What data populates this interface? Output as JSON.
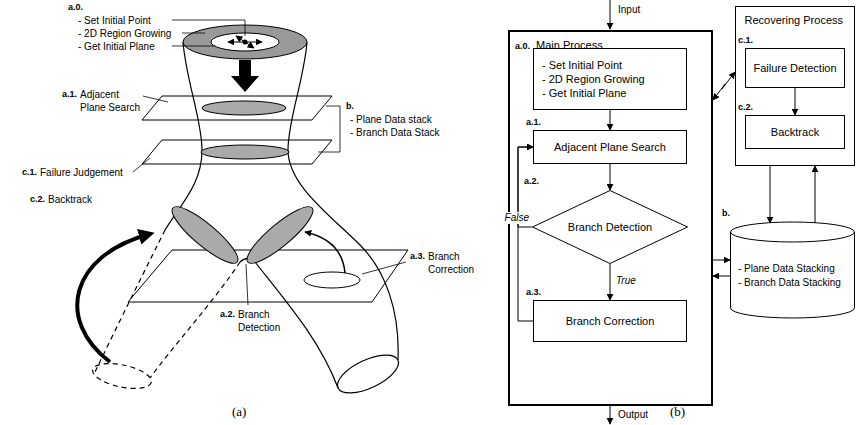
{
  "diagram": {
    "nodes": [
      {
        "text": [
          "a.0.",
          "Main Process"
        ]
      },
      {
        "text": [
          "- Set Initial Point",
          "- 2D Region Growing",
          "- Get Initial Plane"
        ],
        "in": 0
      },
      {
        "text": [
          "a.1.",
          "Adjacent Plane Search"
        ],
        "in": 0
      },
      {
        "text": [
          "a.2.",
          "Branch Detection"
        ],
        "in": 0
      },
      {
        "text": [
          "a.3.",
          "Branch Correction"
        ],
        "in": 0
      },
      {
        "text": [
          "Recovering Process"
        ]
      },
      {
        "text": [
          "c.1.",
          "Failure Detection"
        ],
        "in": 5
      },
      {
        "text": [
          "c.2.",
          "Backtrack"
        ],
        "in": 5
      },
      {
        "text": [
          "b.",
          "- Plane Data Stacking",
          "- Branch Data Stacking"
        ]
      }
    ],
    "edges": [
      {
        "from": 1,
        "to": 2,
        "arrow": "to"
      },
      {
        "from": 2,
        "to": 3,
        "arrow": "to"
      },
      {
        "from": 3,
        "to": 4,
        "label": "True",
        "arrow": "to"
      },
      {
        "from": 3,
        "to": 2,
        "label": "False",
        "arrow": "to"
      },
      {
        "from": 4,
        "to": 2,
        "arrow": "to"
      },
      {
        "from": 6,
        "to": 7,
        "arrow": "to"
      },
      {
        "from": 0,
        "to": 5,
        "arrow": "both"
      },
      {
        "from": 0,
        "to": 8,
        "arrow": "to"
      },
      {
        "from": 8,
        "to": 0,
        "arrow": "to"
      },
      {
        "from": 5,
        "to": 8,
        "arrow": "to"
      },
      {
        "from": 8,
        "to": 5,
        "arrow": "to"
      }
    ],
    "labels": [
      "a.0.",
      "- Set Initial Point",
      "- 2D Region Growing",
      "- Get Initial Plane",
      "a.1.",
      "Adjacent Plane Search",
      "b.",
      "- Plane Data stack",
      "- Branch Data Stack",
      "c.1.",
      "Failure Judgement",
      "c.2.",
      "Backtrack",
      "a.2.",
      "Branch Detection",
      "a.3.",
      "Branch Correction",
      "(a)",
      "Input",
      "Output",
      "(b)"
    ]
  }
}
